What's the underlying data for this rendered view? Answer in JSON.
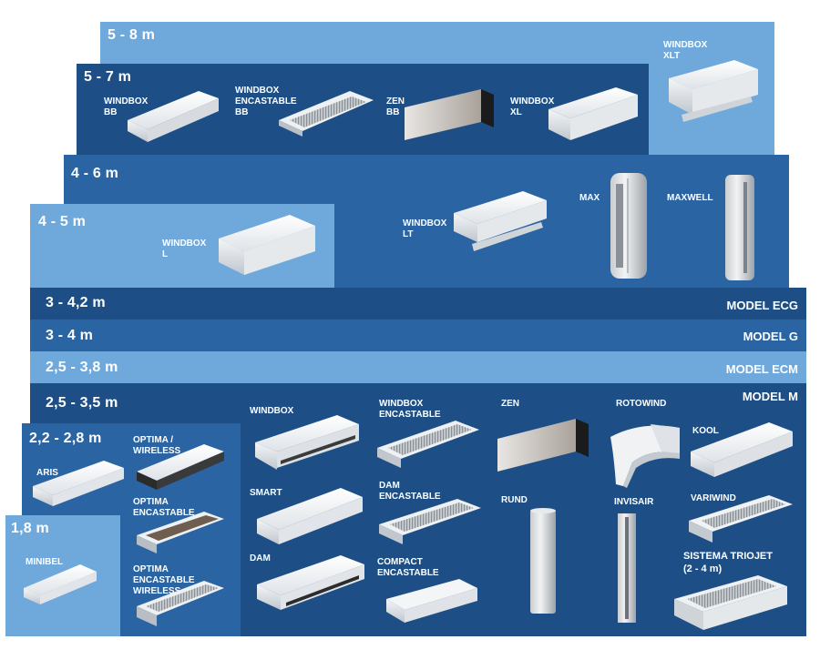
{
  "colors": {
    "light": "#6fa9dc",
    "mid": "#3b7dc0",
    "dark": "#1d4f86",
    "medium_dark": "#2a64a3"
  },
  "bands": {
    "b58": "5 - 8 m",
    "b57": "5 - 7 m",
    "b46": "4 - 6 m",
    "b45": "4 - 5 m",
    "b342": "3 - 4,2 m",
    "b34": "3 - 4 m",
    "b2538": "2,5 - 3,8 m",
    "b2535": "2,5 - 3,5 m",
    "b2228": "2,2 - 2,8 m",
    "b18": "1,8 m"
  },
  "models": {
    "ecg": "MODEL ECG",
    "g": "MODEL G",
    "ecm": "MODEL ECM",
    "m": "MODEL M"
  },
  "products": {
    "windbox_xlt": [
      "WINDBOX",
      "XLT"
    ],
    "windbox_bb": [
      "WINDBOX",
      "BB"
    ],
    "windbox_encastable_bb": [
      "WINDBOX",
      "ENCASTABLE",
      "BB"
    ],
    "zen_bb": [
      "ZEN",
      "BB"
    ],
    "windbox_xl": [
      "WINDBOX",
      "XL"
    ],
    "windbox_lt": [
      "WINDBOX",
      "LT"
    ],
    "max": [
      "MAX"
    ],
    "maxwell": [
      "MAXWELL"
    ],
    "windbox_l": [
      "WINDBOX",
      "L"
    ],
    "windbox": [
      "WINDBOX"
    ],
    "windbox_encastable": [
      "WINDBOX",
      "ENCASTABLE"
    ],
    "zen": [
      "ZEN"
    ],
    "rotowind": [
      "ROTOWIND"
    ],
    "kool": [
      "KOOL"
    ],
    "smart": [
      "SMART"
    ],
    "dam_encastable": [
      "DAM",
      "ENCASTABLE"
    ],
    "rund": [
      "RUND"
    ],
    "invisair": [
      "INVISAIR"
    ],
    "variwind": [
      "VARIWIND"
    ],
    "dam": [
      "DAM"
    ],
    "compact_encastable": [
      "COMPACT",
      "ENCASTABLE"
    ],
    "sistema_triojet": [
      "SISTEMA TRIOJET",
      "(2 - 4 m)"
    ],
    "aris": [
      "ARIS"
    ],
    "optima_wireless": [
      "OPTIMA /",
      "WIRELESS"
    ],
    "optima_encastable": [
      "OPTIMA",
      "ENCASTABLE"
    ],
    "optima_encastable_wireless": [
      "OPTIMA",
      "ENCASTABLE",
      "WIRELESS"
    ],
    "minibel": [
      "MINIBEL"
    ]
  }
}
